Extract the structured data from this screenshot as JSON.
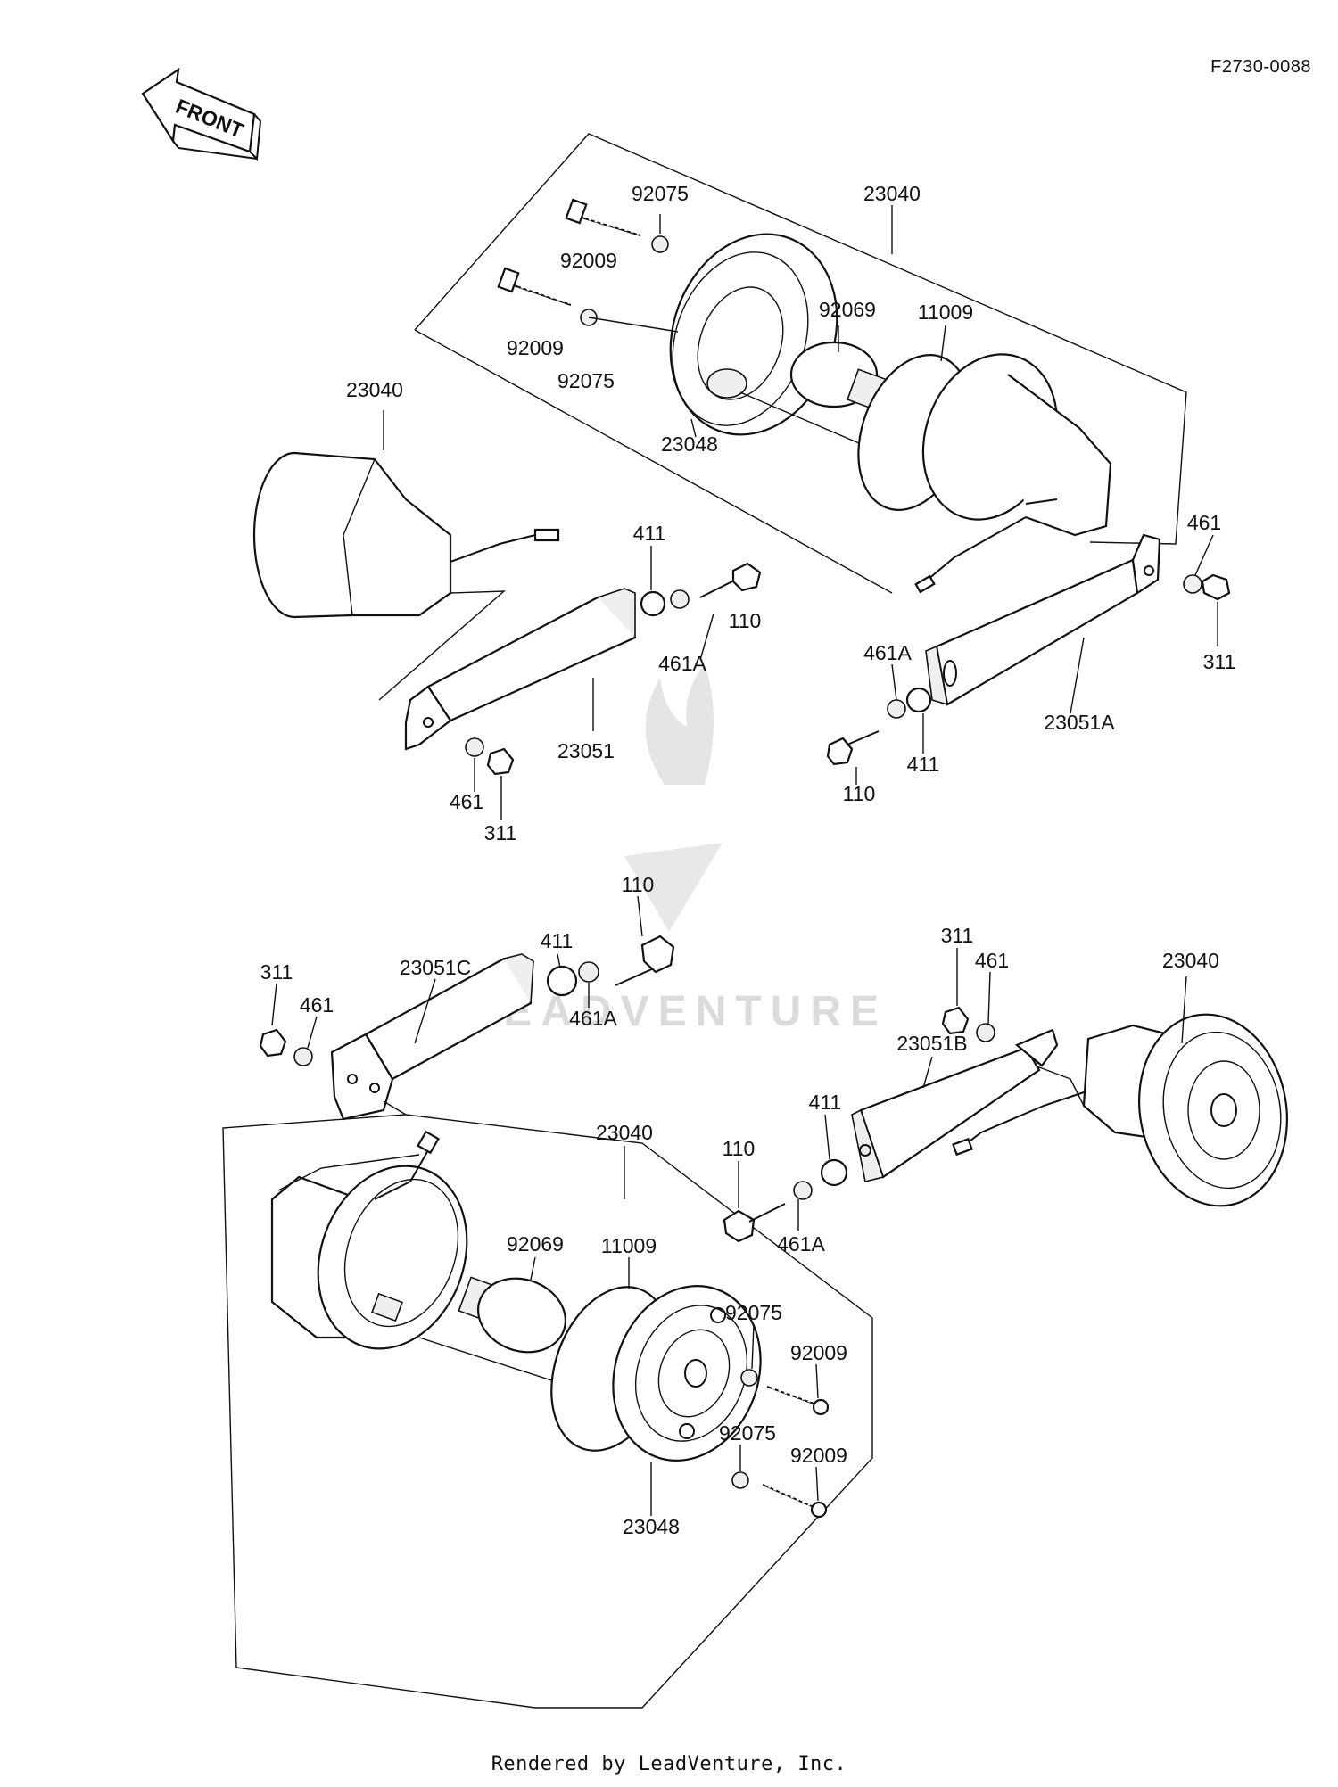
{
  "drawing_id": "F2730-0088",
  "front_badge": "FRONT",
  "watermark": "LEADVENTURE",
  "footer": "Rendered by LeadVenture, Inc.",
  "labels": {
    "tr_23040": "23040",
    "tr_92075a": "92075",
    "tr_92009a": "92009",
    "tr_92009b": "92009",
    "tr_92075b": "92075",
    "tr_92069": "92069",
    "tr_11009": "11009",
    "tr_23048": "23048",
    "tl_23040": "23040",
    "tl_411": "411",
    "tl_110": "110",
    "tl_461A": "461A",
    "tl_23051": "23051",
    "tl_461": "461",
    "tl_311": "311",
    "r_461": "461",
    "r_311": "311",
    "r_461A": "461A",
    "r_23051A": "23051A",
    "r_110": "110",
    "r_411": "411",
    "bl_110": "110",
    "bl_411": "411",
    "bl_311": "311",
    "bl_461": "461",
    "bl_23051C": "23051C",
    "bl_461A": "461A",
    "br_311": "311",
    "br_461": "461",
    "br_23040": "23040",
    "br_23051B": "23051B",
    "br_411": "411",
    "br_110": "110",
    "br_461A": "461A",
    "b_23040": "23040",
    "b_92069": "92069",
    "b_11009": "11009",
    "b_92075a": "92075",
    "b_92009a": "92009",
    "b_92075b": "92075",
    "b_92009b": "92009",
    "b_23048": "23048"
  }
}
